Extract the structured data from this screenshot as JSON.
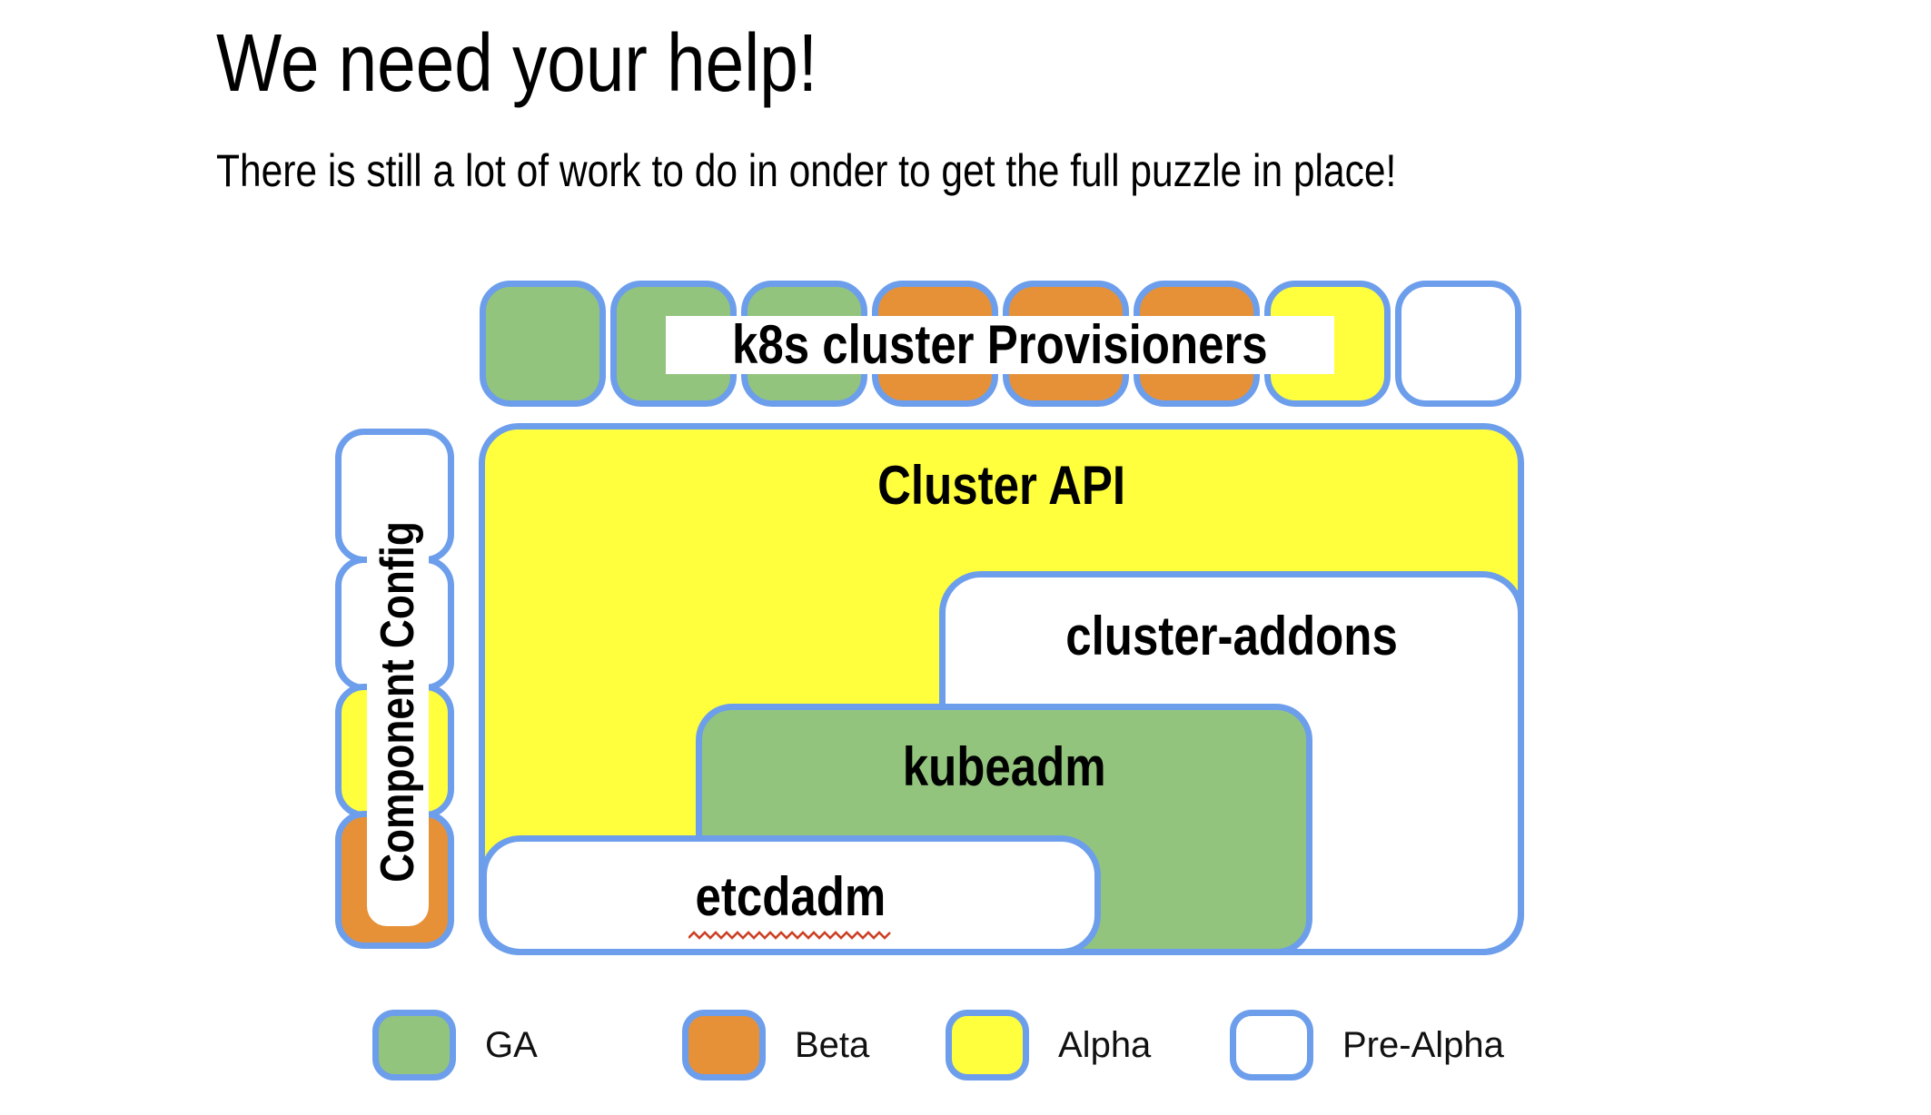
{
  "slide": {
    "title": "We need your help!",
    "subtitle": "There is still a lot of work to do in onder to get the full puzzle in place!"
  },
  "colors": {
    "border_blue": "#6d9eeb",
    "squiggle_red": "#cc4125",
    "statuses": {
      "GA": "#93c47d",
      "Beta": "#e69138",
      "Alpha": "#ffff3e",
      "Pre-Alpha": "#ffffff"
    }
  },
  "diagram": {
    "provisioners": {
      "label": "k8s cluster Provisioners",
      "pieces": [
        "GA",
        "GA",
        "GA",
        "Beta",
        "Beta",
        "Beta",
        "Alpha",
        "Pre-Alpha"
      ]
    },
    "component_config": {
      "label": "Component Config",
      "pieces": [
        "Pre-Alpha",
        "Pre-Alpha",
        "Alpha",
        "Beta"
      ]
    },
    "cluster_api": {
      "label": "Cluster API",
      "status": "Alpha"
    },
    "cluster_addons": {
      "label": "cluster-addons",
      "status": "Pre-Alpha"
    },
    "kubeadm": {
      "label": "kubeadm",
      "status": "GA"
    },
    "etcdadm": {
      "label": "etcdadm",
      "status": "Pre-Alpha"
    }
  },
  "legend": {
    "items": [
      {
        "label": "GA",
        "status": "GA"
      },
      {
        "label": "Beta",
        "status": "Beta"
      },
      {
        "label": "Alpha",
        "status": "Alpha"
      },
      {
        "label": "Pre-Alpha",
        "status": "Pre-Alpha"
      }
    ]
  }
}
